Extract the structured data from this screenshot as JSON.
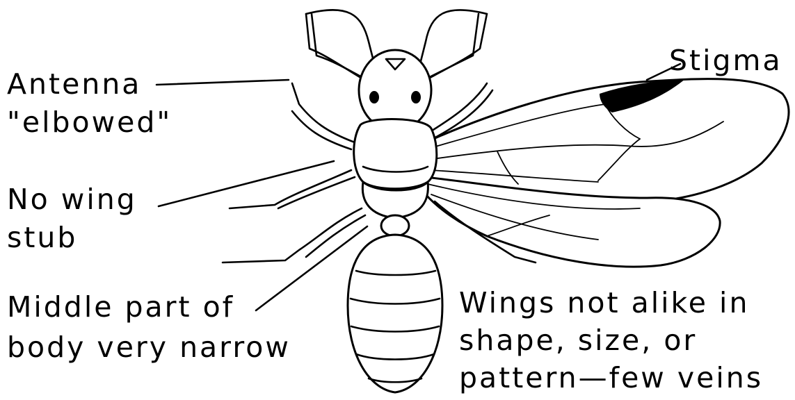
{
  "labels": {
    "antenna": "Antenna",
    "antenna_note": "\"elbowed\"",
    "no_wing_1": "No wing",
    "no_wing_2": "stub",
    "middle_1": "Middle part of",
    "middle_2": "body very narrow",
    "stigma": "Stigma",
    "wings_1": "Wings not alike in",
    "wings_2": "shape, size, or",
    "wings_3": "pattern—few veins"
  }
}
